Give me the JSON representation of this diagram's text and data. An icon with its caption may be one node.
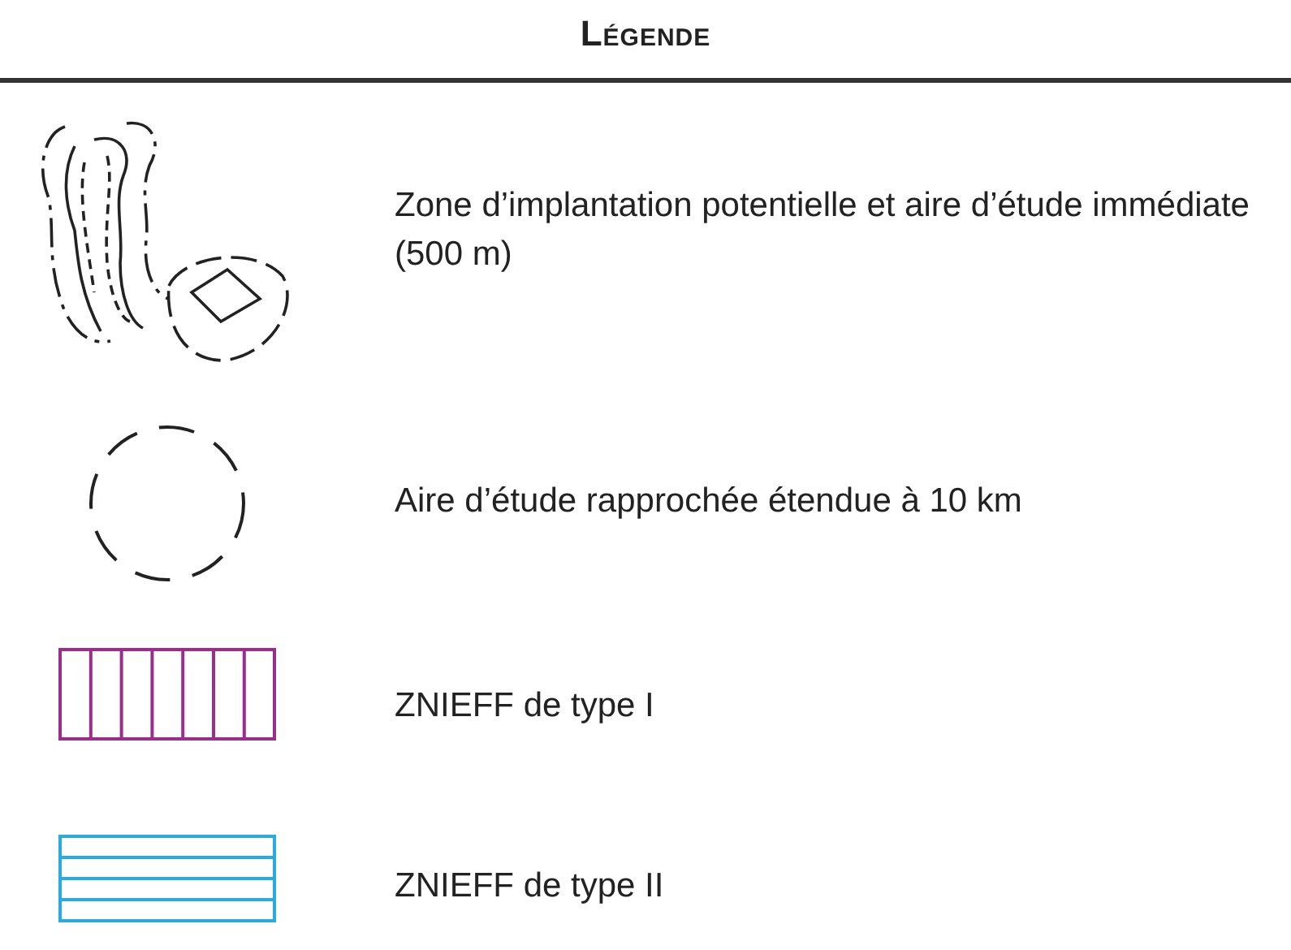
{
  "diagram": {
    "title": "Légende",
    "legend": [
      {
        "text": "Zone d’implantation potentielle et aire d’étude immédiate (500 m)"
      },
      {
        "text": "Aire d’étude rapprochée étendue à 10 km"
      },
      {
        "text": "ZNIEFF de type I"
      },
      {
        "text": "ZNIEFF de type II"
      }
    ]
  }
}
